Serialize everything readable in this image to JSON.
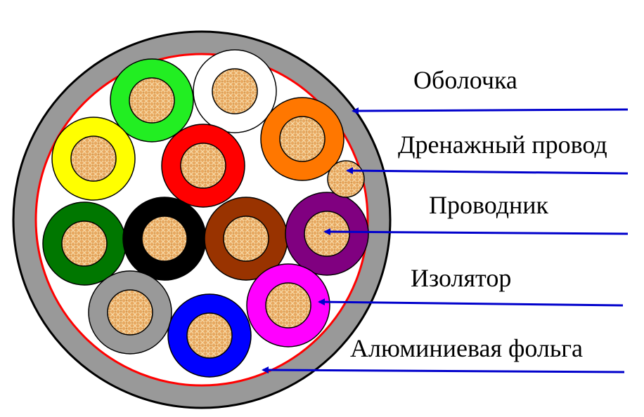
{
  "labels": {
    "sheath": "Оболочка",
    "drain_wire": "Дренажный провод",
    "conductor": "Проводник",
    "insulator": "Изолятор",
    "aluminum_foil": "Алюминиевая фольга"
  },
  "colors": {
    "sheath": "#8c8c8c",
    "foil": "#ff0000",
    "conductor": "#e8a860",
    "arrow": "#0000cc",
    "insulation": [
      "#22ee22",
      "#ffffff",
      "#ff7700",
      "#ffff00",
      "#ff0000",
      "#007700",
      "#000000",
      "#993300",
      "#800080",
      "#999999",
      "#0000ff",
      "#ff00ff"
    ]
  }
}
